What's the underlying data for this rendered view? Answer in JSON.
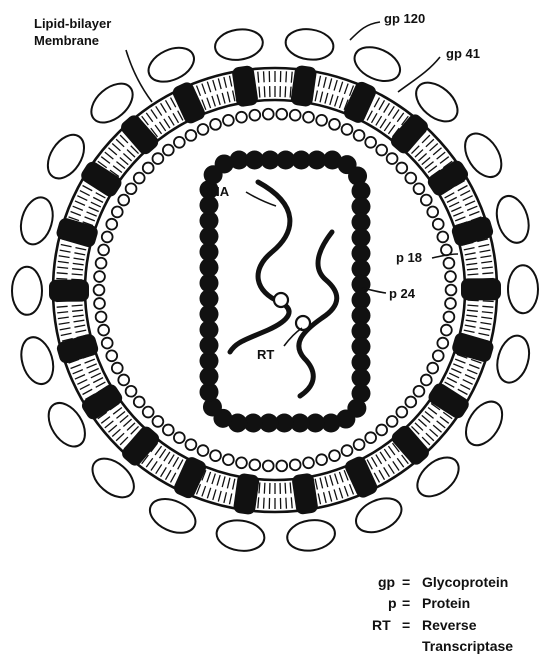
{
  "labels": {
    "lipid_line1": "Lipid-bilayer",
    "lipid_line2": "Membrane",
    "gp120": "gp 120",
    "gp41": "gp 41",
    "p18": "p 18",
    "p24": "p 24",
    "rna": "RNA",
    "rt": "RT"
  },
  "legend": {
    "gp_abbr": "gp",
    "gp_eq": "=",
    "gp_full": "Glycoprotein",
    "p_abbr": "p",
    "p_eq": "=",
    "p_full": "Protein",
    "rt_abbr": "RT",
    "rt_eq": "=",
    "rt_full_1": "Reverse",
    "rt_full_2": "Transcriptase"
  },
  "structure": {
    "gp120_count": 22,
    "gp41_count": 22,
    "p18_bead_count": 82,
    "colors": {
      "ink": "#111111",
      "paper": "#ffffff"
    }
  }
}
